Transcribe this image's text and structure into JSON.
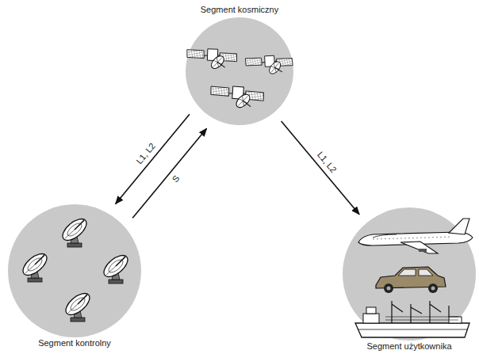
{
  "diagram": {
    "nodes": [
      {
        "text": [
          "Segment kosmiczny"
        ]
      },
      {
        "text": [
          "Segment kontrolny"
        ]
      },
      {
        "text": [
          "Segment użytkownika"
        ]
      }
    ],
    "edges": [
      {
        "from": 0,
        "to": 1,
        "label": "L1, L2",
        "arrow": "to"
      },
      {
        "from": 1,
        "to": 0,
        "label": "S",
        "arrow": "to"
      },
      {
        "from": 0,
        "to": 2,
        "label": "L1, L2",
        "arrow": "to"
      }
    ]
  }
}
